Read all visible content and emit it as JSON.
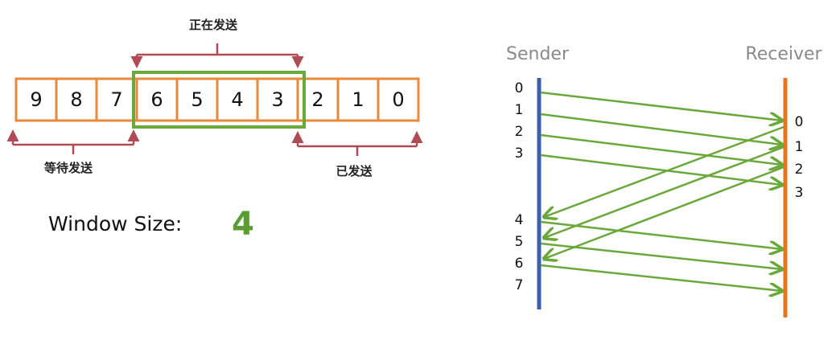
{
  "window": {
    "cells": [
      "9",
      "8",
      "7",
      "6",
      "5",
      "4",
      "3",
      "2",
      "1",
      "0"
    ],
    "window_start": 3,
    "window_size": 4,
    "labels": {
      "sending": "正在发送",
      "waiting": "等待发送",
      "sent": "已发送"
    },
    "size_label": "Window Size:",
    "size_value": "4"
  },
  "sequence": {
    "sender_label": "Sender",
    "receiver_label": "Receiver",
    "sender_numbers": [
      "0",
      "1",
      "2",
      "3",
      "4",
      "5",
      "6",
      "7"
    ],
    "receiver_numbers": [
      "0",
      "1",
      "2",
      "3"
    ]
  },
  "colors": {
    "cell_border": "#e88a3a",
    "window_border": "#6aa83c",
    "bracket": "#b04a55",
    "arrow": "#6aa83c",
    "sender_line": "#3a5fae",
    "receiver_line": "#e8741f"
  }
}
